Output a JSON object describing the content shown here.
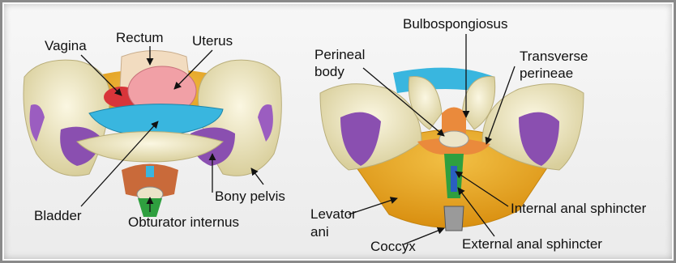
{
  "left_panel": {
    "labels": {
      "vagina": "Vagina",
      "rectum": "Rectum",
      "uterus": "Uterus",
      "bladder": "Bladder",
      "bony_pelvis": "Bony pelvis",
      "obturator_internus": "Obturator internus"
    }
  },
  "right_panel": {
    "labels": {
      "bulbospongiosus": "Bulbospongiosus",
      "perineal_body_line1": "Perineal",
      "perineal_body_line2": "body",
      "transverse_perineae_line1": "Transverse",
      "transverse_perineae_line2": "perineae",
      "internal_anal_sphincter": "Internal anal sphincter",
      "levator_ani_line1": "Levator",
      "levator_ani_line2": "ani",
      "coccyx": "Coccyx",
      "external_anal_sphincter": "External anal sphincter"
    }
  },
  "colors": {
    "bone": "#f2ecc7",
    "bone_shade": "#c9c08e",
    "levator": "#e7a319",
    "bladder": "#39b6df",
    "uterus": "#f1a0a6",
    "rectum": "#f2dcc0",
    "obturator": "#8a4fb0",
    "orange_muscle": "#ea8a3c",
    "green": "#2f9f3f",
    "red": "#d8353a",
    "frame": "#8a8a8a"
  }
}
